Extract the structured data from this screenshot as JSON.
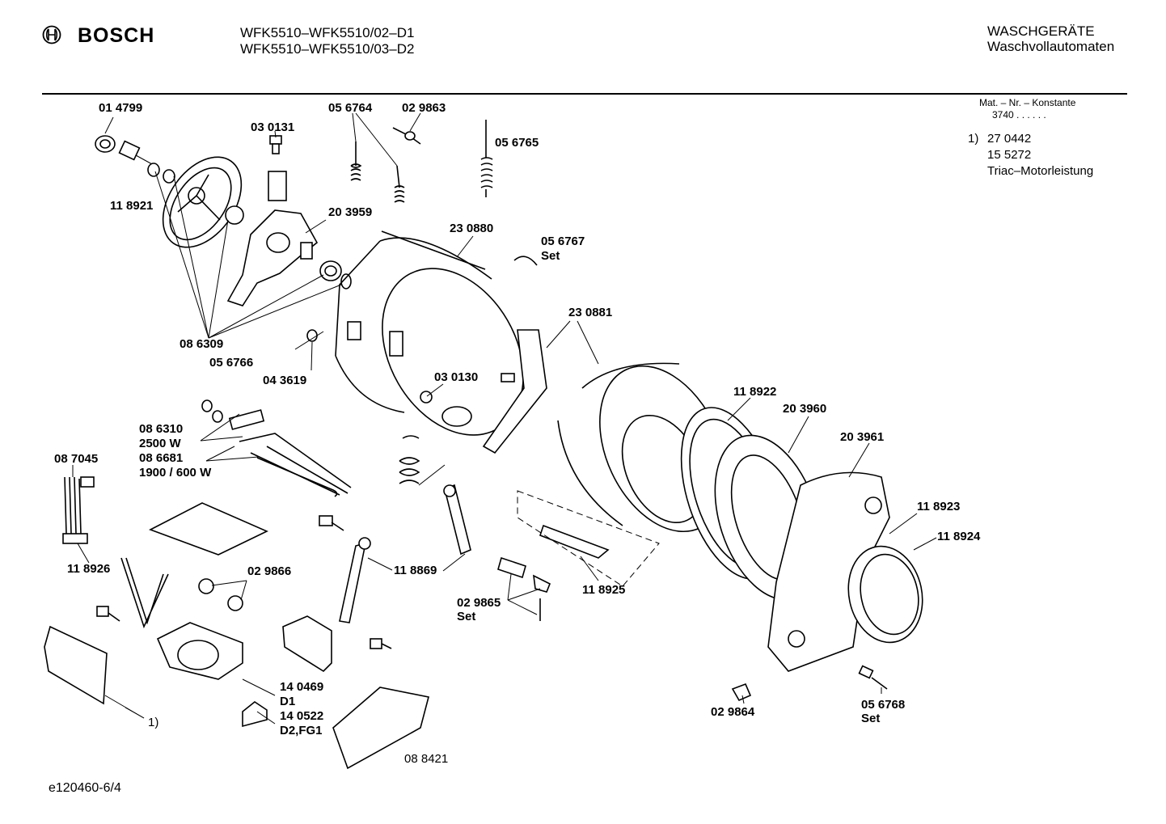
{
  "header": {
    "brand": "BOSCH",
    "models": [
      "WFK5510–WFK5510/02–D1",
      "WFK5510–WFK5510/03–D2"
    ],
    "category": "WASCHGERÄTE",
    "subcategory": "Waschvollautomaten"
  },
  "constants": {
    "label": "Mat. – Nr. – Konstante",
    "value": "3740 . . . . . ."
  },
  "note": {
    "marker": "1)",
    "lines": [
      "27 0442",
      "15 5272",
      "Triac–Motorleistung"
    ]
  },
  "parts": [
    {
      "label": "01 4799"
    },
    {
      "label": "03 0131"
    },
    {
      "label": "05 6764"
    },
    {
      "label": "02 9863"
    },
    {
      "label": "05 6765"
    },
    {
      "label": "11 8921"
    },
    {
      "label": "20 3959"
    },
    {
      "label": "23 0880"
    },
    {
      "label": "05 6767"
    },
    {
      "label": "Set"
    },
    {
      "label": "23 0881"
    },
    {
      "label": "08 6309"
    },
    {
      "label": "05 6766"
    },
    {
      "label": "04 3619"
    },
    {
      "label": "03 0130"
    },
    {
      "label": "11 8922"
    },
    {
      "label": "20 3960"
    },
    {
      "label": "20 3961"
    },
    {
      "label": "08 6310"
    },
    {
      "label": "2500 W"
    },
    {
      "label": "08 6681"
    },
    {
      "label": "1900 / 600 W"
    },
    {
      "label": "08 7045"
    },
    {
      "label": "11 8923"
    },
    {
      "label": "11 8924"
    },
    {
      "label": "11 8926"
    },
    {
      "label": "02 9866"
    },
    {
      "label": "11 8869"
    },
    {
      "label": "11 8925"
    },
    {
      "label": "02 9865"
    },
    {
      "label": "Set"
    },
    {
      "label": "14 0469"
    },
    {
      "label": "D1"
    },
    {
      "label": "14 0522"
    },
    {
      "label": "D2,FG1"
    },
    {
      "label": "1)"
    },
    {
      "label": "08 8421"
    },
    {
      "label": "02 9864"
    },
    {
      "label": "05 6768"
    },
    {
      "label": "Set"
    }
  ],
  "footer": {
    "code": "e120460-6/4"
  }
}
